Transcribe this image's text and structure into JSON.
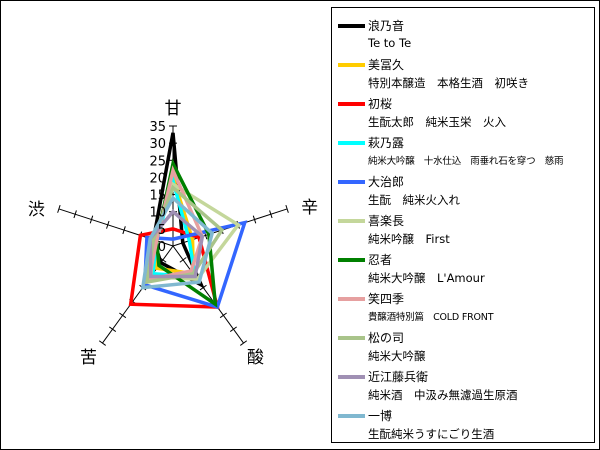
{
  "chart_data": {
    "type": "radar",
    "axes": [
      "甘",
      "辛",
      "酸",
      "苦",
      "渋"
    ],
    "rlim": [
      0,
      35
    ],
    "radial_ticks": [
      0,
      5,
      10,
      15,
      20,
      25,
      30,
      35
    ],
    "series": [
      {
        "name": "浪乃音",
        "subtitle": "Te to Te",
        "color": "#000000",
        "values": [
          33,
          3,
          14,
          6,
          6
        ]
      },
      {
        "name": "美冨久",
        "subtitle": "特別本醸造　本格生酒　初咲き",
        "color": "#ffcc00",
        "values": [
          20,
          6,
          10,
          8,
          5
        ]
      },
      {
        "name": "初桜",
        "subtitle": "生酛太郎　純米玉栄　火入",
        "color": "#ff0000",
        "values": [
          5,
          8,
          22,
          21,
          10
        ]
      },
      {
        "name": "萩乃露",
        "subtitle": "純米大吟醸　十水仕込　雨垂れ石を穿つ　慈雨",
        "color": "#00ffff",
        "values": [
          19,
          5,
          11,
          10,
          5
        ]
      },
      {
        "name": "大治郎",
        "subtitle": "生酛　純米火入れ",
        "color": "#3366ff",
        "values": [
          2,
          22,
          22,
          14,
          8
        ]
      },
      {
        "name": "喜楽長",
        "subtitle": "純米吟醸　First",
        "color": "#c4d79b",
        "values": [
          18,
          20,
          12,
          11,
          6
        ]
      },
      {
        "name": "忍者",
        "subtitle": "純米大吟醸　L'Amour",
        "color": "#008000",
        "values": [
          24,
          11,
          21,
          7,
          5
        ]
      },
      {
        "name": "笑四季",
        "subtitle": "貴醸酒特別篇　COLD FRONT",
        "color": "#e6a0a0",
        "values": [
          22,
          9,
          9,
          12,
          5
        ]
      },
      {
        "name": "松の司",
        "subtitle": "純米大吟醸",
        "color": "#a9c48a",
        "values": [
          17,
          15,
          10,
          13,
          6
        ]
      },
      {
        "name": "近江藤兵衛",
        "subtitle": "純米酒　中汲み無濾過生原酒",
        "color": "#a090b4",
        "values": [
          10,
          9,
          11,
          11,
          7
        ]
      },
      {
        "name": "一博",
        "subtitle": "生酛純米うすにごり生酒",
        "color": "#80b8d0",
        "values": [
          14,
          12,
          13,
          15,
          7
        ]
      }
    ]
  }
}
